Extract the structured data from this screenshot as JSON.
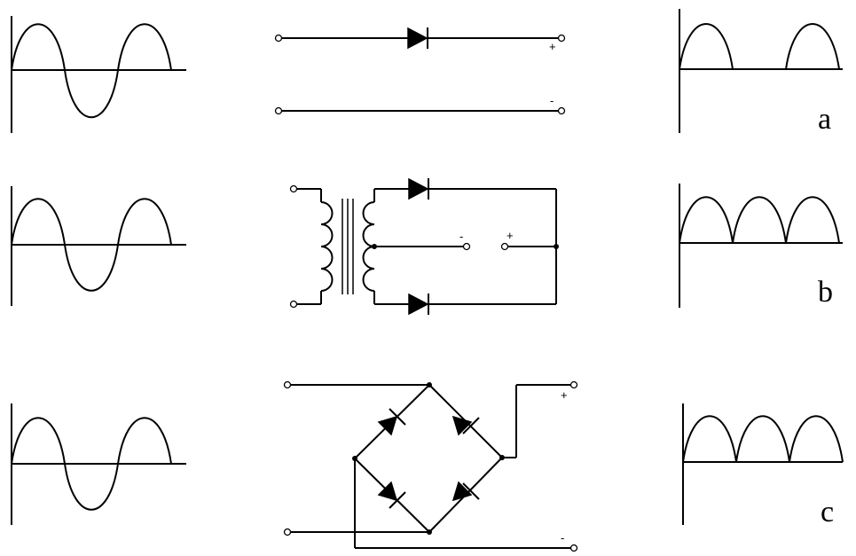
{
  "rows": [
    {
      "id": "a",
      "label": "a",
      "plus_sign": "+",
      "minus_sign": "-"
    },
    {
      "id": "b",
      "label": "b",
      "plus_sign": "+",
      "minus_sign": "-"
    },
    {
      "id": "c",
      "label": "c",
      "plus_sign": "+",
      "minus_sign": "-"
    }
  ]
}
